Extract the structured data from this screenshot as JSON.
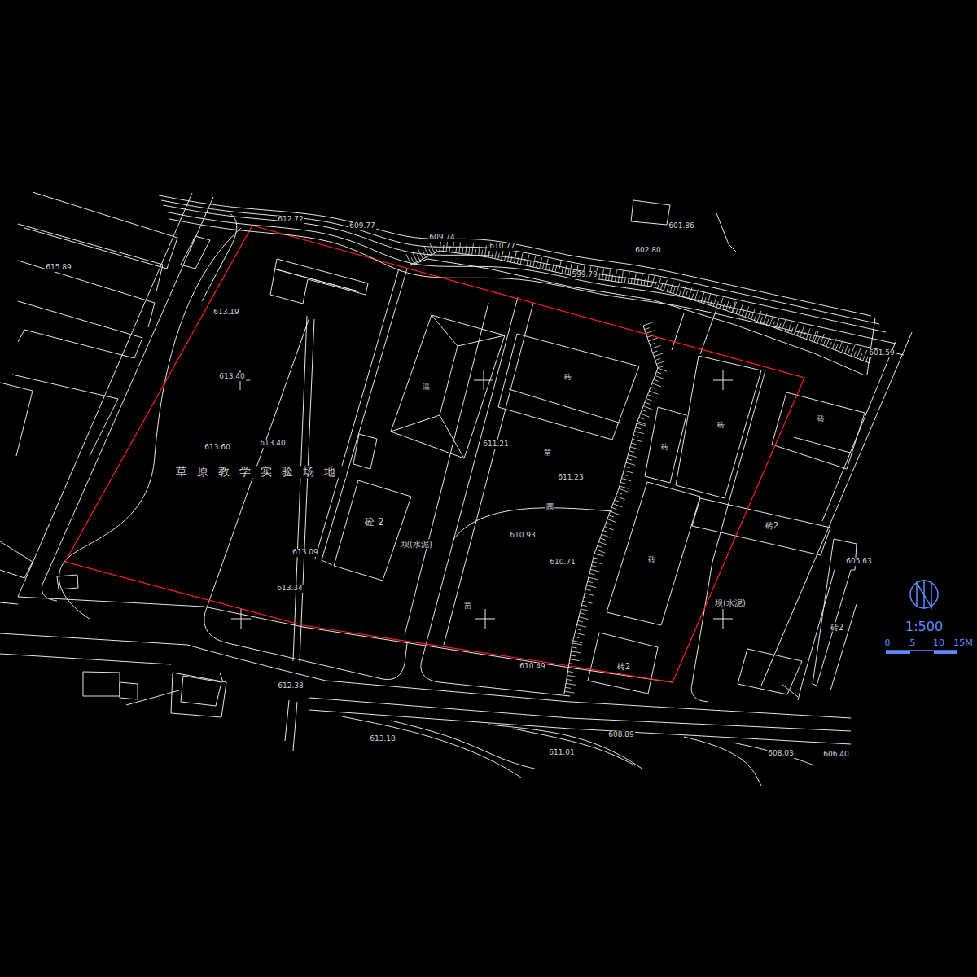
{
  "diagram": {
    "labels": [
      "612.72",
      "609.77",
      "609.74",
      "610.77",
      "601.86",
      "602.80",
      "599.79",
      "601.59",
      "615.89",
      "613.19",
      "613.40",
      "613.60",
      "613.40",
      "草原教学实验场地",
      "温",
      "砖",
      "611.21",
      "苗",
      "611.23",
      "圃",
      "610.93",
      "610.71",
      "苗",
      "610.49",
      "砼 2",
      "坝(水泥)",
      "613.09",
      "613.34",
      "612.38",
      "613.18",
      "611.01",
      "608.89",
      "608.03",
      "606.40",
      "605.63",
      "砖",
      "砖",
      "砖",
      "砖2",
      "砖",
      "坝(水泥)",
      "砖2",
      "砖2",
      "1:500",
      "0",
      "5",
      "10",
      "15M"
    ]
  }
}
